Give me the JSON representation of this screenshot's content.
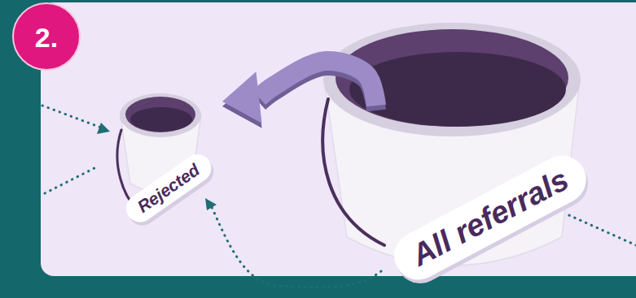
{
  "diagram": {
    "nodes": [
      {
        "text": [
          "Rejected"
        ]
      },
      {
        "text": [
          "All referrals"
        ]
      }
    ],
    "edges": [
      {
        "from": 1,
        "to": 0,
        "arrow": "to"
      }
    ],
    "labels": [
      "2."
    ]
  }
}
